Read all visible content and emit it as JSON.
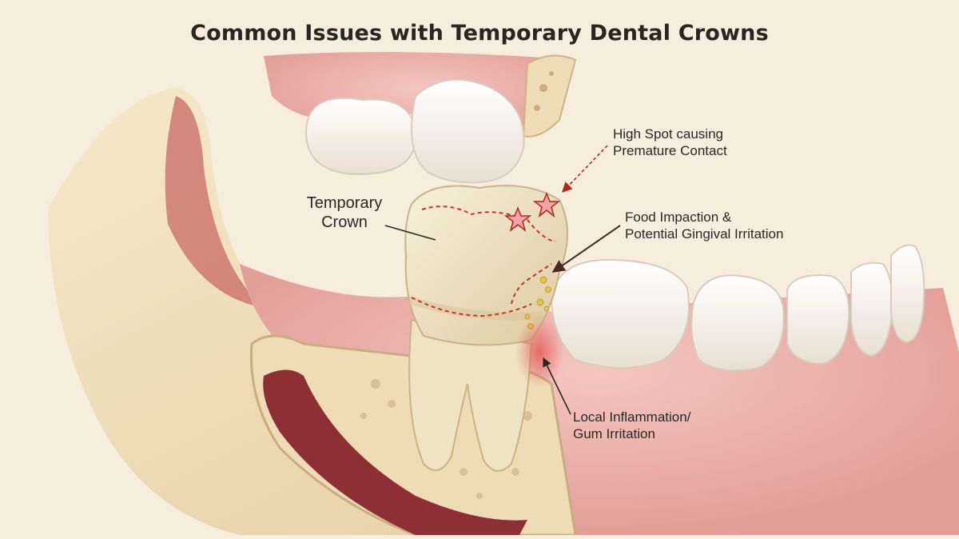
{
  "title": "Common Issues with Temporary Dental Crowns",
  "labels": {
    "temporary_crown": [
      "Temporary",
      "Crown"
    ],
    "high_spot": [
      "High Spot causing",
      "Premature Contact"
    ],
    "food_impaction": [
      "Food Impaction &",
      "Potential Gingival Irritation"
    ],
    "inflammation": [
      "Local Inflammation/",
      "Gum Irritation"
    ]
  },
  "colors": {
    "background": "#f6eddd",
    "bone": "#eedcb6",
    "gum": "#e9a8a3",
    "tooth": "#f7f2ea",
    "crown": "#ede0bd",
    "warning_dash": "#c0392b",
    "arrow": "#2b2724",
    "debris": "#e3c34a"
  }
}
